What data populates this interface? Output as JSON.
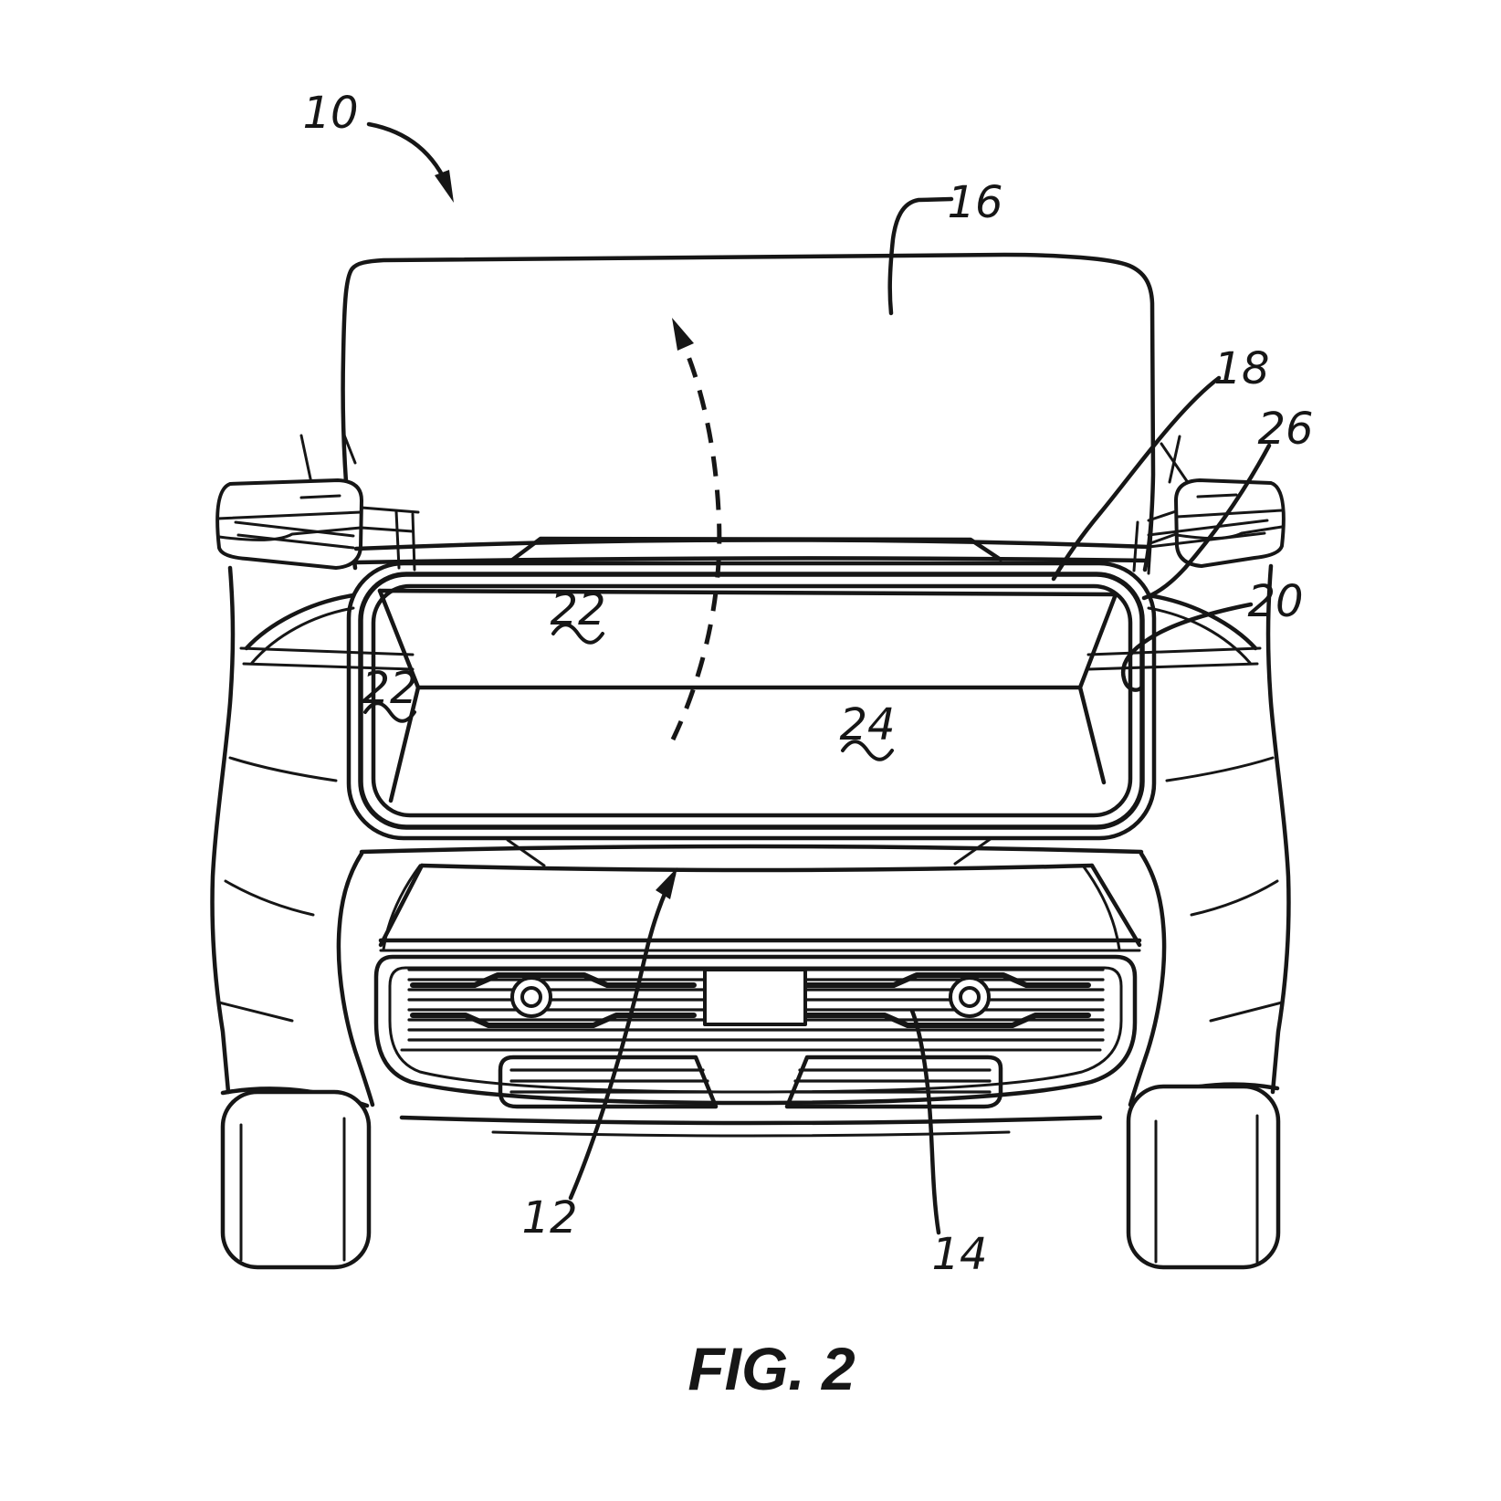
{
  "figure": {
    "caption": "FIG. 2"
  },
  "labels": {
    "n10": "10",
    "n12": "12",
    "n14": "14",
    "n16": "16",
    "n18": "18",
    "n20": "20",
    "n22_left": "22",
    "n22_top": "22",
    "n24": "24",
    "n26": "26"
  },
  "colors": {
    "background": "#ffffff",
    "line": "#161616"
  }
}
